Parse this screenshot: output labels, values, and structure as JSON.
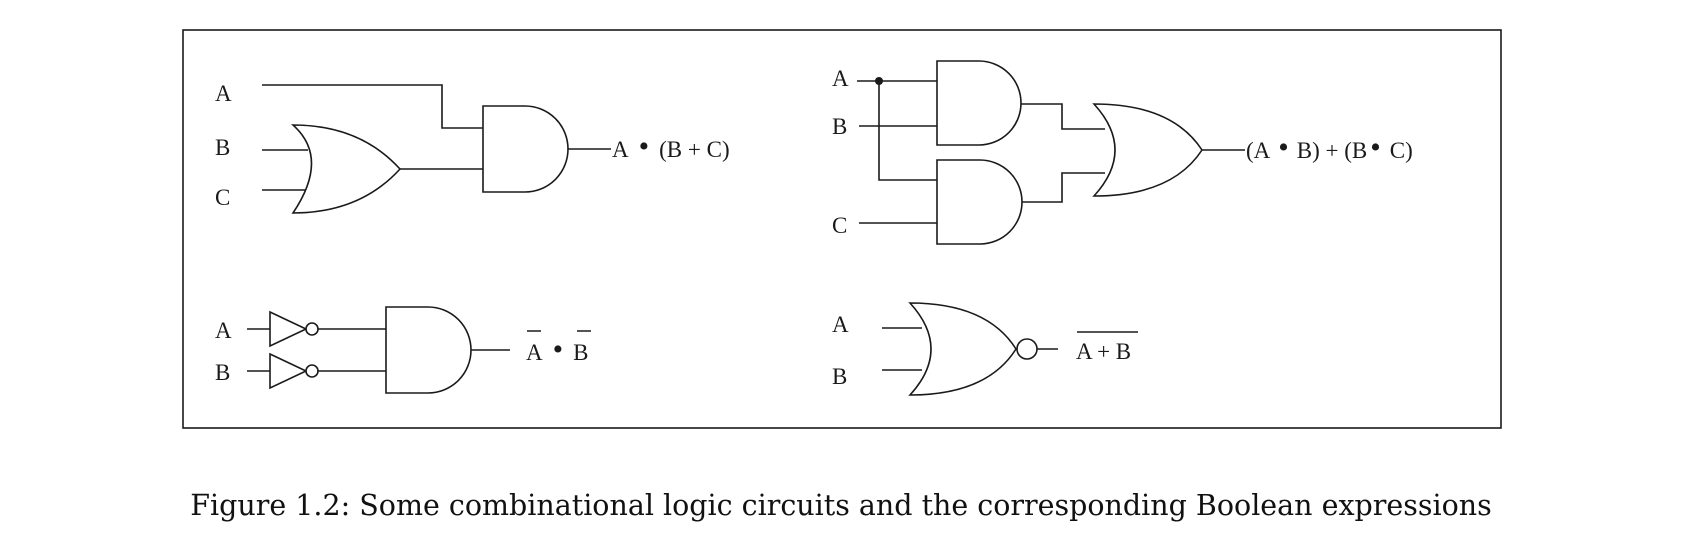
{
  "circuit1": {
    "inputs": [
      "A",
      "B",
      "C"
    ],
    "output": {
      "left": "A",
      "dot": "•",
      "right": "(B + C)"
    }
  },
  "circuit2": {
    "inputs": [
      "A",
      "B",
      "C"
    ],
    "output": {
      "p1": "(A",
      "dot1": "•",
      "p2": "B) + (B",
      "dot2": "•",
      "p3": "C)"
    }
  },
  "circuit3": {
    "inputs": [
      "A",
      "B"
    ],
    "output": {
      "left": "A",
      "dot": "•",
      "right": "B"
    }
  },
  "circuit4": {
    "inputs": [
      "A",
      "B"
    ],
    "output": "A + B"
  },
  "caption": "Figure 1.2: Some combinational logic circuits and the corresponding Boolean expressions"
}
